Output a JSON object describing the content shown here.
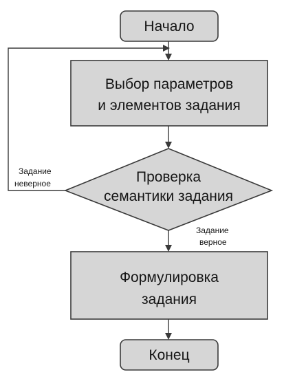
{
  "diagram": {
    "start": {
      "label": "Начало"
    },
    "select_params": {
      "line1": "Выбор параметров",
      "line2": "и элементов задания"
    },
    "check": {
      "line1": "Проверка",
      "line2": "семантики задания"
    },
    "formulate": {
      "line1": "Формулировка",
      "line2": "задания"
    },
    "end": {
      "label": "Конец"
    },
    "edge_wrong": {
      "line1": "Задание",
      "line2": "неверное"
    },
    "edge_right": {
      "line1": "Задание",
      "line2": "верное"
    }
  },
  "colors": {
    "node_fill": "#d6d6d6",
    "stroke": "#3a3a3a",
    "text": "#151515",
    "background": "#ffffff"
  }
}
